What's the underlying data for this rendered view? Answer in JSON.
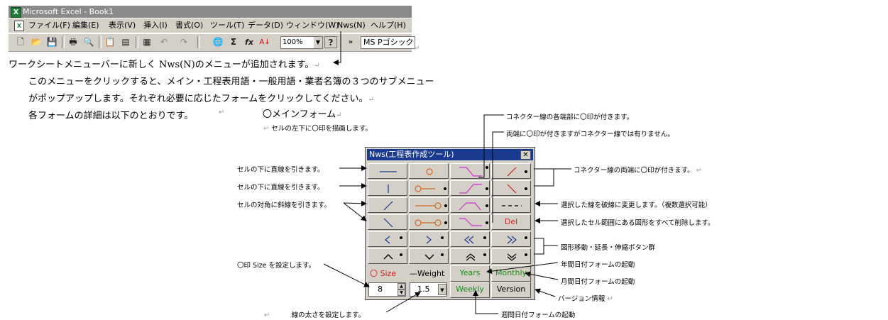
{
  "window": {
    "title": "Microsoft Excel - Book1"
  },
  "menubar": {
    "items": [
      "ファイル(F)",
      "編集(E)",
      "表示(V)",
      "挿入(I)",
      "書式(O)",
      "ツール(T)",
      "データ(D)",
      "ウィンドウ(W)",
      "Nws(N)",
      "ヘルプ(H)"
    ]
  },
  "toolbar": {
    "zoom": "100%",
    "font": "MS Pゴシック"
  },
  "paragraphs": {
    "line1": "ワークシートメニューバーに新しく Nws(N)のメニューが追加されます。",
    "line2": "このメニューをクリックすると、メイン・工程表用語・一般用語・業者名簿の３つのサブメニュー",
    "line3": "がポップアップします。それぞれ必要に応じたフォームをクリックしてください。",
    "line4": "各フォームの詳細は以下のとおりです。",
    "main_form": "〇メインフォーム",
    "main_form_note": "セルの左下に〇印を描画します。"
  },
  "return_mark": "↵",
  "nws_window": {
    "title": "Nws(工程表作成ツール)",
    "close_icon": "close-icon",
    "buttons": {
      "del": "Del",
      "size": "〇 Size",
      "weight": "—Weight",
      "years": "Years",
      "monthly": "Monthly",
      "weekly": "Weekly",
      "version": "Version"
    },
    "size_value": "8",
    "weight_value": "1.5"
  },
  "annotations": {
    "connector_ends": "コネクター線の各端部に〇印が付きます。",
    "both_ends_not_connector": "両端に〇印が付きますがコネクター線では有りません。",
    "horizontal_line": "セルの下に直線を引きます。",
    "vertical_line": "セルの下に直線を引きます。",
    "diagonal_line": "セルの対角に斜線を引きます。",
    "connector_both_ends": "コネクター線の両端に〇印が付きます。",
    "dashed": "選択した線を破線に変更します。（複数選択可能）",
    "delete": "選択したセル範囲にある図形をすべて削除します。",
    "move_extend": "図形移動・延長・伸縮ボタン群",
    "size_setting": "〇印 Size を設定します。",
    "yearly_form": "年間日付フォームの起動",
    "monthly_form": "月間日付フォームの起動",
    "version_info": "バージョン情報",
    "line_weight": "線の太さを設定します。",
    "weekly_form": "週間日付フォームの起動"
  },
  "colors": {
    "title_bar": "#1a3a8f",
    "accent_green": "#1c8a1c",
    "accent_red": "#cc2222",
    "magenta": "#cc33cc",
    "orange": "#d2691e"
  }
}
